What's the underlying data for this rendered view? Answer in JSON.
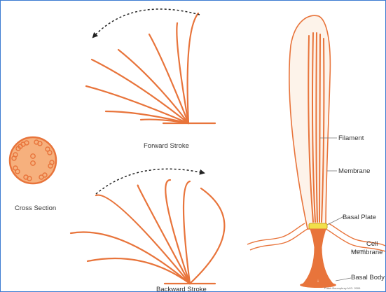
{
  "colors": {
    "accent": "#e8743b",
    "body_fill": "#f5ddc8",
    "plate_yellow": "#f1e04a",
    "border": "#3b7bd1",
    "text": "#333333"
  },
  "labels": {
    "cross_section": "Cross Section",
    "forward_stroke": "Forward Stroke",
    "backward_stroke": "Backward Stroke",
    "filament": "Filament",
    "membrane": "Membrane",
    "basal_plate": "Basal Plate",
    "cell_membrane_line1": "Cell",
    "cell_membrane_line2": "Membrane",
    "basal_body": "Basal Body",
    "credit": "Frank Boumphrey M.D. 2009"
  }
}
